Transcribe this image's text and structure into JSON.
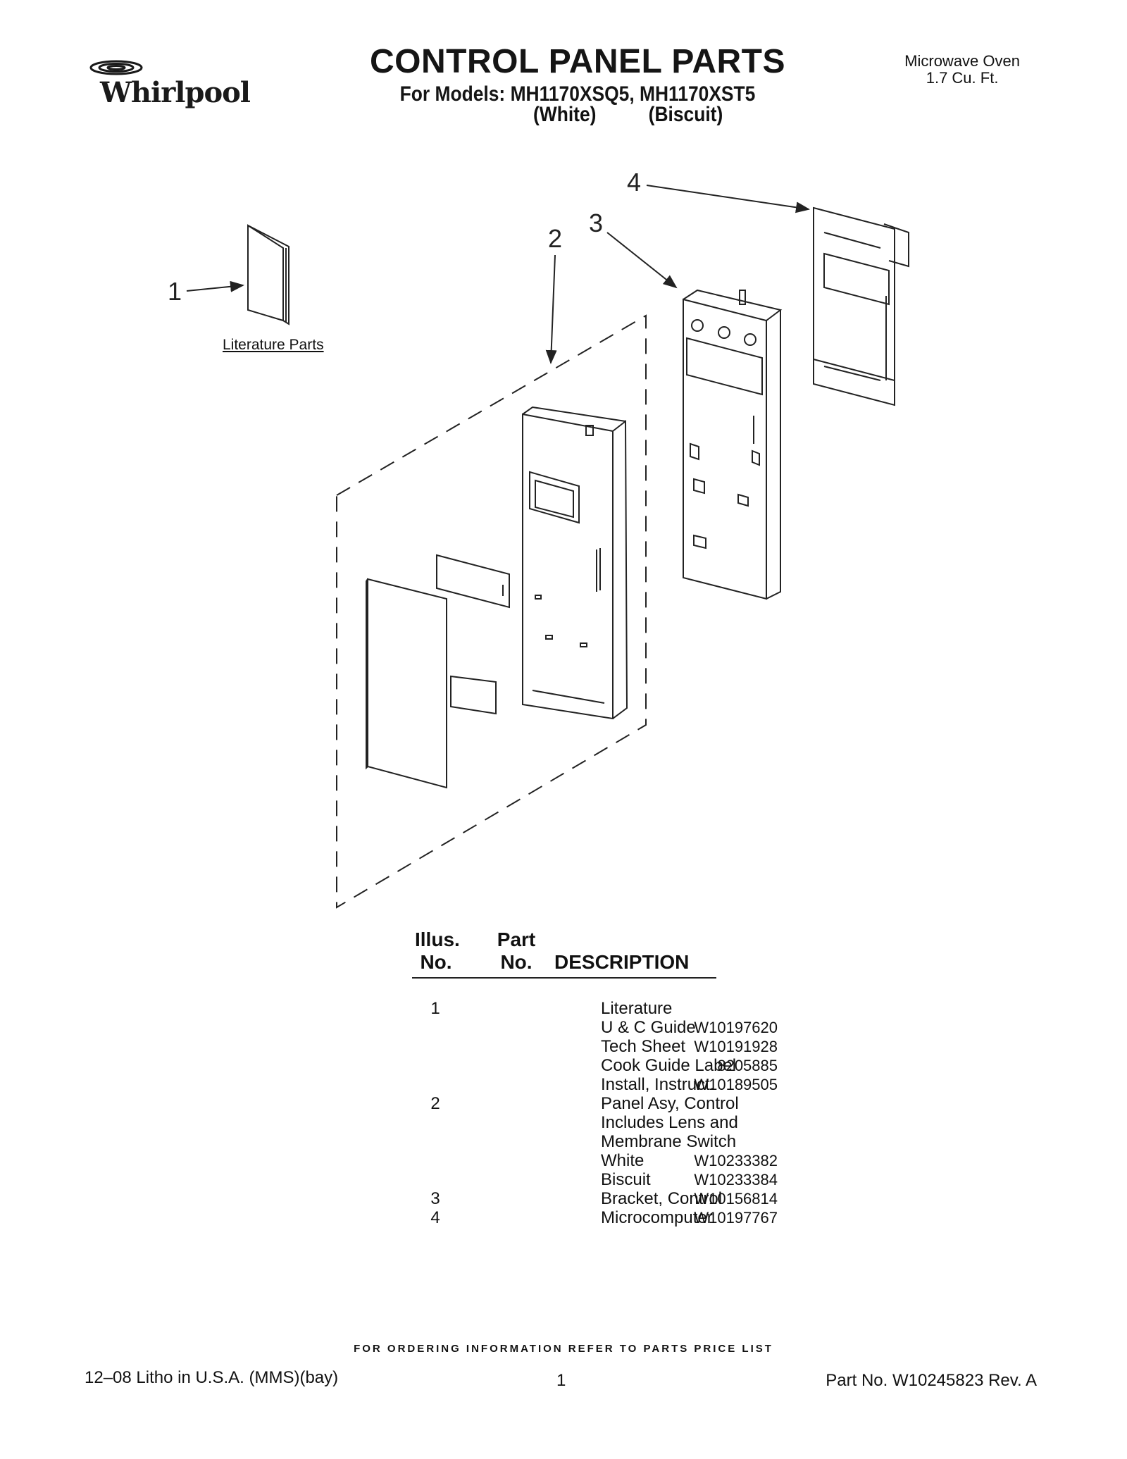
{
  "brand": "Whirlpool",
  "header": {
    "title": "CONTROL PANEL PARTS",
    "subtitle": "For Models: MH1170XSQ5, MH1170XST5",
    "variant_white": "(White)",
    "variant_biscuit": "(Biscuit)",
    "product_line1": "Microwave Oven",
    "product_line2": "1.7 Cu. Ft."
  },
  "diagram": {
    "callouts": [
      "1",
      "2",
      "3",
      "4"
    ],
    "literature_label": "Literature Parts"
  },
  "table": {
    "head_illus_line1": "Illus.",
    "head_illus_line2": "No.",
    "head_part_line1": "Part",
    "head_part_line2": "No.",
    "head_desc": "DESCRIPTION",
    "rows": [
      {
        "illus": "1",
        "part": "",
        "desc": "Literature"
      },
      {
        "illus": "",
        "part": "W10197620",
        "desc": "U & C Guide"
      },
      {
        "illus": "",
        "part": "W10191928",
        "desc": "Tech Sheet"
      },
      {
        "illus": "",
        "part": "8205885",
        "desc": "Cook Guide Label"
      },
      {
        "illus": "",
        "part": "W10189505",
        "desc": "Install, Instruct."
      },
      {
        "illus": "2",
        "part": "",
        "desc": "Panel Asy, Control"
      },
      {
        "illus": "",
        "part": "",
        "desc": "Includes Lens and"
      },
      {
        "illus": "",
        "part": "",
        "desc": "Membrane Switch"
      },
      {
        "illus": "",
        "part": "W10233382",
        "desc": "White"
      },
      {
        "illus": "",
        "part": "W10233384",
        "desc": "Biscuit"
      },
      {
        "illus": "3",
        "part": "W10156814",
        "desc": "Bracket, Control"
      },
      {
        "illus": "4",
        "part": "W10197767",
        "desc": "Microcomputer"
      }
    ]
  },
  "footer": {
    "order_note": "FOR ORDERING INFORMATION REFER TO PARTS PRICE LIST",
    "left": "12–08 Litho in U.S.A. (MMS)(bay)",
    "page": "1",
    "part_no": "Part No. W10245823 Rev. A"
  }
}
